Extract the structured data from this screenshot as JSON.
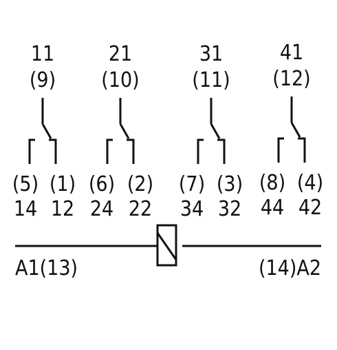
{
  "contacts": [
    {
      "common": "11",
      "common_pin": "(9)",
      "nc_pin": "(5)",
      "nc": "14",
      "no_pin": "(1)",
      "no": "12"
    },
    {
      "common": "21",
      "common_pin": "(10)",
      "nc_pin": "(6)",
      "nc": "24",
      "no_pin": "(2)",
      "no": "22"
    },
    {
      "common": "31",
      "common_pin": "(11)",
      "nc_pin": "(7)",
      "nc": "34",
      "no_pin": "(3)",
      "no": "32"
    },
    {
      "common": "41",
      "common_pin": "(12)",
      "nc_pin": "(8)",
      "nc": "44",
      "no_pin": "(4)",
      "no": "42"
    }
  ],
  "coil": {
    "left_label": "A1(13)",
    "right_label": "(14)A2"
  }
}
